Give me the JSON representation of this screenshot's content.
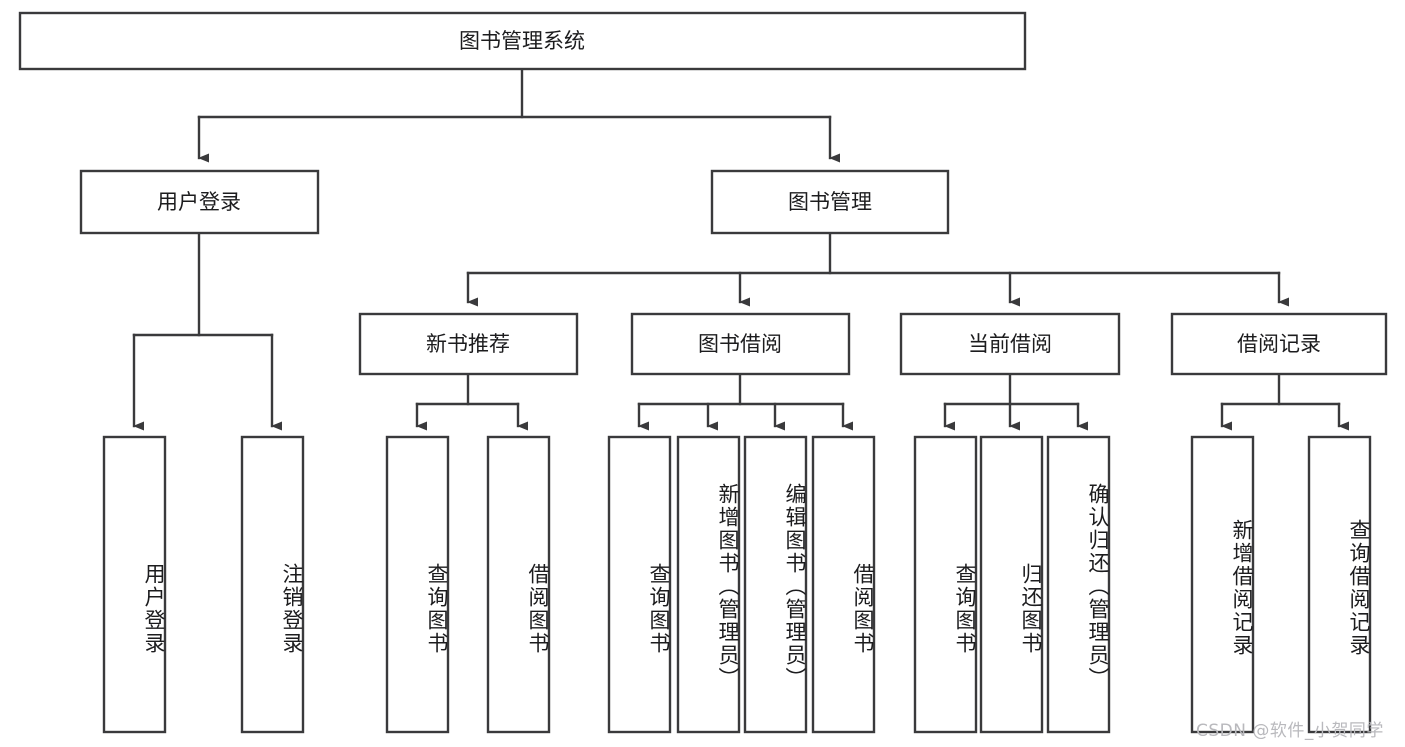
{
  "diagram": {
    "type": "hierarchy-tree",
    "title": "图书管理系统",
    "root": {
      "id": "root",
      "label": "图书管理系统"
    },
    "level1": [
      {
        "id": "user-login",
        "label": "用户登录"
      },
      {
        "id": "book-manage",
        "label": "图书管理"
      }
    ],
    "level2": [
      {
        "id": "new-book-rec",
        "label": "新书推荐",
        "parent": "book-manage"
      },
      {
        "id": "book-borrow",
        "label": "图书借阅",
        "parent": "book-manage"
      },
      {
        "id": "current-borrow",
        "label": "当前借阅",
        "parent": "book-manage"
      },
      {
        "id": "borrow-record",
        "label": "借阅记录",
        "parent": "book-manage"
      }
    ],
    "leaves": [
      {
        "id": "leaf-user-login",
        "label": "用户登录",
        "parent": "user-login"
      },
      {
        "id": "leaf-logout-login",
        "label": "注销登录",
        "parent": "user-login"
      },
      {
        "id": "leaf-query-book-1",
        "label": "查询图书",
        "parent": "new-book-rec"
      },
      {
        "id": "leaf-borrow-book-1",
        "label": "借阅图书",
        "parent": "new-book-rec"
      },
      {
        "id": "leaf-query-book-2",
        "label": "查询图书",
        "parent": "book-borrow"
      },
      {
        "id": "leaf-add-book",
        "label": "新增图书（管理员）",
        "parent": "book-borrow"
      },
      {
        "id": "leaf-edit-book",
        "label": "编辑图书（管理员）",
        "parent": "book-borrow"
      },
      {
        "id": "leaf-borrow-book-2",
        "label": "借阅图书",
        "parent": "book-borrow"
      },
      {
        "id": "leaf-query-book-3",
        "label": "查询图书",
        "parent": "current-borrow"
      },
      {
        "id": "leaf-return-book",
        "label": "归还图书",
        "parent": "current-borrow"
      },
      {
        "id": "leaf-confirm-return",
        "label": "确认归还（管理员）",
        "parent": "current-borrow"
      },
      {
        "id": "leaf-add-record",
        "label": "新增借阅记录",
        "parent": "borrow-record"
      },
      {
        "id": "leaf-query-record",
        "label": "查询借阅记录",
        "parent": "borrow-record"
      }
    ],
    "colors": {
      "stroke": "#3a3a3c",
      "fill": "#ffffff",
      "text": "#1c1c1e",
      "background": "#ffffff",
      "watermark": "#b9b9bd"
    }
  },
  "watermark": {
    "text": "CSDN @软件_小贺同学"
  }
}
